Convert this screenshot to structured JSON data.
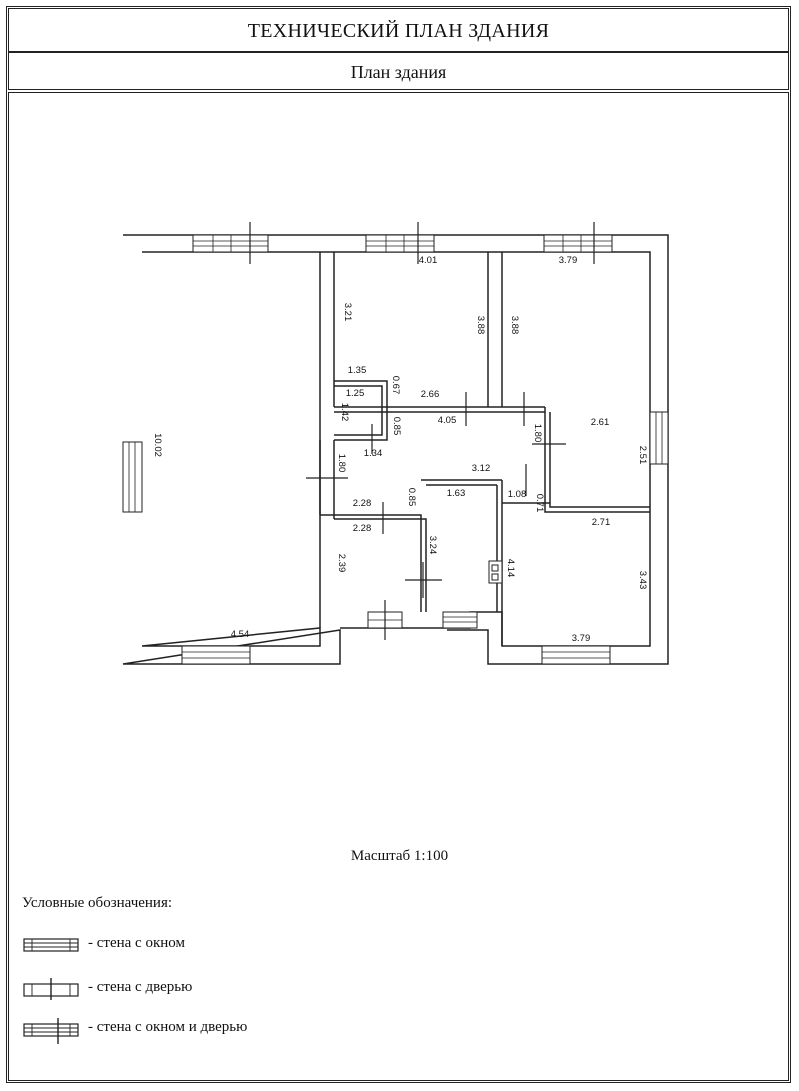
{
  "header": {
    "title": "ТЕХНИЧЕСКИЙ ПЛАН ЗДАНИЯ",
    "subtitle": "План здания"
  },
  "plan": {
    "dimensions": {
      "left_room_height": "10.02",
      "left_room_width": "4.54",
      "top_middle_width": "4.01",
      "top_middle_left_height": "3.21",
      "top_middle_right_height": "3.88",
      "top_right_left_height": "3.88",
      "top_right_width": "3.79",
      "small_closet_top": "1.35",
      "small_closet_inner": "1.25",
      "small_closet_height": "1.42",
      "small_closet_right": "0.67",
      "bath_top_width": "2.66",
      "hall_top_width": "4.05",
      "hall_left_width": "1.34",
      "closet_door_side": "0.85",
      "hall_left_height": "1.80",
      "hall_right_height": "1.80",
      "hall_width": "3.12",
      "mid_right_width": "2.61",
      "mid_right_height": "2.51",
      "wc_top": "2.28",
      "wc_width": "2.28",
      "wc_side": "0.85",
      "wc_height": "2.39",
      "corridor_width": "1.63",
      "corridor_height": "3.24",
      "boiler_width": "1.08",
      "boiler_side": "0.71",
      "bottom_right_width": "2.71",
      "bottom_right_height": "3.43",
      "bottom_right_left": "4.14",
      "bottom_right_bottom": "3.79"
    }
  },
  "scale": {
    "label": "Масштаб 1:100"
  },
  "legend": {
    "title": "Условные обозначения:",
    "items": [
      {
        "symbol": "wall-window-symbol",
        "label": "- стена с окном"
      },
      {
        "symbol": "wall-door-symbol",
        "label": "- стена с дверью"
      },
      {
        "symbol": "wall-window-door-symbol",
        "label": "- стена с окном и дверью"
      }
    ]
  }
}
